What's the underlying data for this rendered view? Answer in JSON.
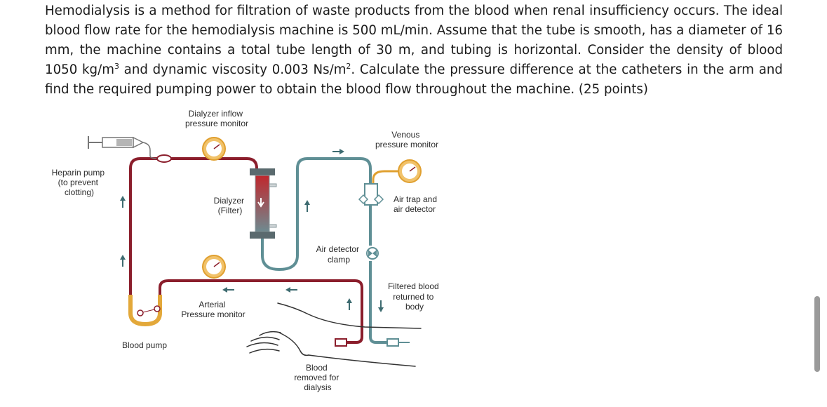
{
  "problem": {
    "p1": "Hemodialysis is a method for filtration of waste products from the blood when renal insufficiency occurs. The ideal blood flow rate for the hemodialysis machine is 500 mL/min. Assume that the tube is smooth, has a diameter of 16 mm, the machine contains a total tube length of 30 m, and tubing is horizontal. Consider the density of blood 1050 kg/m",
    "sup1": "3",
    "p2": " and dynamic viscosity 0.003 Ns/m",
    "sup2": "2",
    "p3": ". Calculate the pressure difference at the catheters in the arm and find the required pumping power to obtain the blood flow throughout the machine. (25 points)"
  },
  "diagram": {
    "labels": {
      "dialyzer_inflow_1": "Dialyzer inflow",
      "dialyzer_inflow_2": "pressure monitor",
      "venous_1": "Venous",
      "venous_2": "pressure monitor",
      "heparin_1": "Heparin pump",
      "heparin_2": "(to prevent",
      "heparin_3": "clotting)",
      "dialyzer_1": "Dialyzer",
      "dialyzer_2": "(Filter)",
      "airtrap_1": "Air trap and",
      "airtrap_2": "air detector",
      "airclamp_1": "Air detector",
      "airclamp_2": "clamp",
      "filtered_1": "Filtered blood",
      "filtered_2": "returned to",
      "filtered_3": "body",
      "arterial_1": "Arterial",
      "arterial_2": "Pressure monitor",
      "blood_pump": "Blood pump",
      "removed_1": "Blood",
      "removed_2": "removed for",
      "removed_3": "dialysis"
    },
    "colors": {
      "arterial_line": "#8b1e2c",
      "venous_line": "#5f8f95",
      "gauge_fill": "#f1c26a",
      "gauge_stroke": "#e0a030",
      "dialyzer_cap": "#5a6a6e",
      "arrow": "#3d6b70"
    }
  }
}
